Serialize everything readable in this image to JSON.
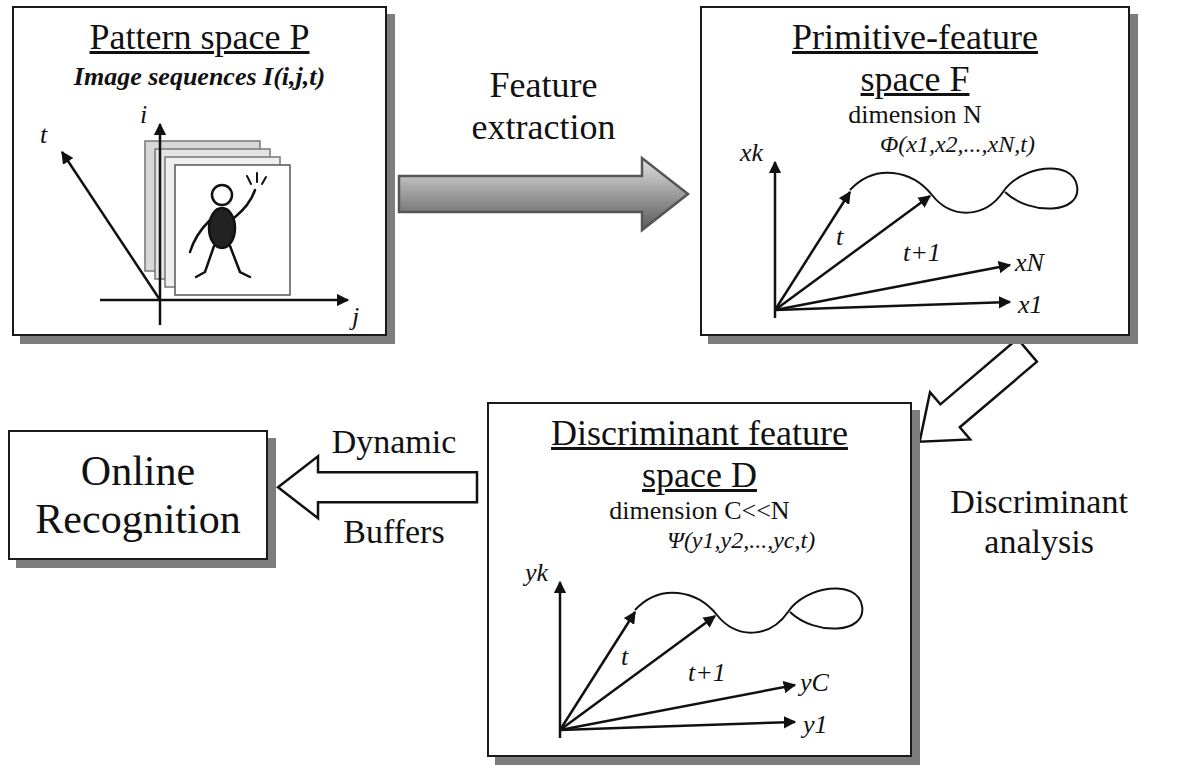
{
  "diagram": {
    "nodes": [
      {
        "text": [
          "Pattern space P",
          "Image sequences I(i,j,t)"
        ]
      },
      {
        "text": [
          "Primitive-feature space F",
          "dimension N",
          "Φ(x1,x2,...,xN,t)"
        ]
      },
      {
        "text": [
          "Discriminant feature space D",
          "dimension C<<N",
          "Ψ(y1,y2,...,yc,t)"
        ]
      },
      {
        "text": [
          "Online Recognition"
        ]
      }
    ],
    "edges": [
      {
        "from": 0,
        "to": 1,
        "label": "Feature extraction",
        "arrow": "to"
      },
      {
        "from": 1,
        "to": 2,
        "label": "Discriminant analysis",
        "arrow": "to"
      },
      {
        "from": 2,
        "to": 3,
        "label": "Dynamic Buffers",
        "arrow": "to"
      }
    ],
    "labels": [
      "t",
      "i",
      "j",
      "xk",
      "t",
      "t+1",
      "xN",
      "x1",
      "yk",
      "t",
      "t+1",
      "yC",
      "y1"
    ]
  }
}
